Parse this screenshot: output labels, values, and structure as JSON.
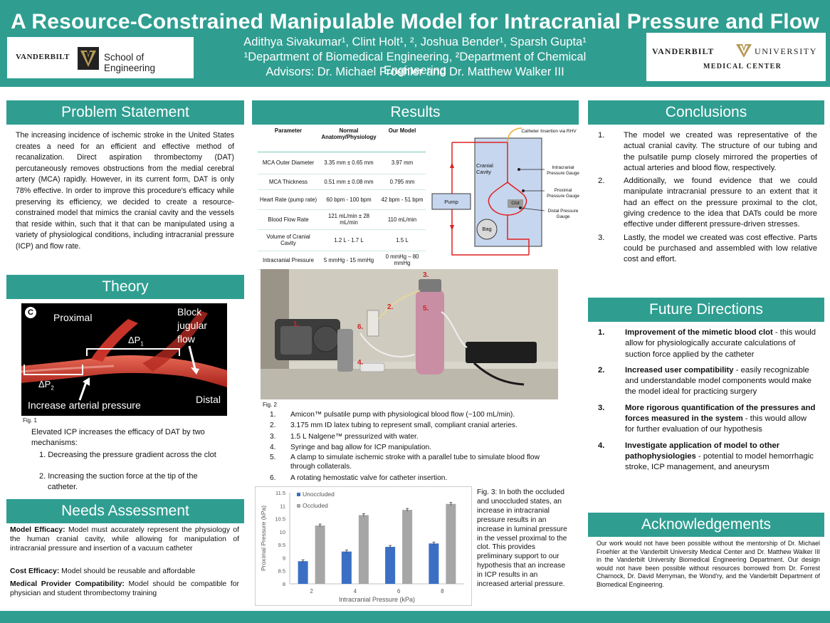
{
  "header": {
    "title": "A Resource-Constrained Manipulable Model for Intracranial Pressure and Flow",
    "authors": "Adithya Sivakumar¹, Clint Holt¹, ², Joshua Bender¹, Sparsh Gupta¹",
    "departments": "¹Department of Biomedical Engineering, ²Department of Chemical Engineering",
    "advisors": "Advisors: Dr. Michael Froehler and Dr. Matthew Walker III",
    "logo_left_name": "VANDERBILT",
    "logo_left_school": "School of Engineering",
    "logo_right_name": "VANDERBILT",
    "logo_right_univ": "UNIVERSITY",
    "logo_right_center": "MEDICAL CENTER"
  },
  "problem": {
    "heading": "Problem Statement",
    "text": "The increasing incidence of ischemic stroke in the United States creates a need for an efficient and effective method of recanalization. Direct aspiration thrombectomy (DAT) percutaneously removes obstructions from the medial cerebral artery (MCA) rapidly. However, in its current form, DAT is only 78% effective. In order to improve this procedure's efficacy while preserving its efficiency, we decided to create a resource-constrained model that mimics the cranial cavity and the vessels that reside within, such that it that can be manipulated using a variety of physiological conditions, including intracranial pressure (ICP) and flow rate."
  },
  "theory": {
    "heading": "Theory",
    "fig_letter": "C",
    "proximal": "Proximal",
    "block_jugular": "Block\njugular\nflow",
    "dp1": "ΔP",
    "dp1_sub": "1",
    "dp2": "ΔP",
    "dp2_sub": "2",
    "increase": "Increase arterial pressure",
    "distal": "Distal",
    "fig_label": "Fig. 1",
    "intro": "Elevated ICP increases the efficacy of DAT by two mechanisms:",
    "points": [
      "1. Decreasing the pressure gradient across the clot",
      "2. Increasing the suction force at the tip of the catheter."
    ]
  },
  "needs": {
    "heading": "Needs Assessment",
    "items": [
      {
        "label": "Model Efficacy:",
        "text": " Model must accurately represent the physiology of the human cranial cavity, while allowing for manipulation of intracranial pressure and insertion of a vacuum catheter"
      },
      {
        "label": "Cost Efficacy:",
        "text": " Model should be reusable and affordable"
      },
      {
        "label": "Medical Provider Compatibility:",
        "text": " Model should be compatible for physician and student thrombectomy training"
      }
    ]
  },
  "results": {
    "heading": "Results",
    "table": {
      "headers": [
        "Parameter",
        "Normal Anatomy/Physiology",
        "Our Model"
      ],
      "rows": [
        [
          "MCA Outer Diameter",
          "3.35 mm ± 0.65 mm",
          "3.97 mm"
        ],
        [
          "MCA Thickness",
          "0.51 mm ± 0.08 mm",
          "0.795 mm"
        ],
        [
          "Heart Rate (pump rate)",
          "60 bpm - 100 bpm",
          "42 bpm - 51 bpm"
        ],
        [
          "Blood Flow Rate",
          "121 mL/min ± 28 mL/min",
          "110 mL/min"
        ],
        [
          "Volume of Cranial Cavity",
          "1.2 L - 1.7 L",
          "1.5 L"
        ],
        [
          "Intracranial Pressure",
          "5 mmHg - 15 mmHg",
          "0 mmHg – 80 mmHg"
        ]
      ]
    },
    "diagram": {
      "catheter": "Catheter Insertion via RHV",
      "cavity": "Cranial\nCavity",
      "intracranial_gauge": "Intracranial\nPressure Gauge",
      "proximal_gauge": "Proximal\nPressure Gauge",
      "distal_gauge": "Distal Pressure\nGauge",
      "pump": "Pump",
      "clot": "Clot",
      "bag": "Bag"
    },
    "photo_markers": [
      "1.",
      "2.",
      "3.",
      "4.",
      "5.",
      "6."
    ],
    "fig2_label": "Fig. 2",
    "fig2_items": [
      "Amicon™ pulsatile pump with physiological blood flow (~100 mL/min).",
      "3.175 mm ID latex tubing to represent small, compliant cranial arteries.",
      "1.5 L Nalgene™ pressurized with water.",
      "Syringe and bag allow for ICP manipulation.",
      "A clamp to simulate ischemic stroke with a parallel tube to simulate blood flow through collaterals.",
      "A rotating hemostatic valve for catheter insertion."
    ],
    "fig3_caption": "Fig. 3: In both the occluded and unoccluded states, an increase in intracranial pressure results in an increase in luminal pressure in the vessel proximal to the clot. This provides preliminary support to our hypothesis that an increase in ICP results in an increased arterial pressure."
  },
  "chart_data": {
    "type": "bar",
    "categories": [
      "2",
      "4",
      "6",
      "8"
    ],
    "series": [
      {
        "name": "Unoccluded",
        "values": [
          8.87,
          9.24,
          9.42,
          9.55
        ],
        "color": "#3a6fc4"
      },
      {
        "name": "Occluded",
        "values": [
          10.24,
          10.64,
          10.84,
          11.07
        ],
        "color": "#a6a6a6"
      }
    ],
    "xlabel": "Intracranial Pressure (kPa)",
    "ylabel": "Proximal Pressure (kPa)",
    "ylim": [
      8,
      11.5
    ],
    "yticks": [
      "8",
      "8.5",
      "9",
      "9.5",
      "10",
      "10.5",
      "11",
      "11.5"
    ],
    "legend": "top-left",
    "grid": false
  },
  "conclusions": {
    "heading": "Conclusions",
    "items": [
      "The model we created was representative of the actual cranial cavity. The structure of our tubing and the pulsatile pump closely mirrored the properties of actual arteries and blood flow, respectively.",
      "Additionally, we found evidence that we could manipulate intracranial pressure to an extent that it had an effect on the pressure proximal to the clot, giving credence to the idea that DATs could be more effective under different pressure-driven stresses.",
      "Lastly, the model we created was cost effective. Parts could be purchased and assembled with low relative cost and effort."
    ]
  },
  "future": {
    "heading": "Future Directions",
    "items": [
      {
        "title": "Improvement of the mimetic blood clot",
        "text": " - this would allow for physiologically accurate calculations of suction force applied by the catheter"
      },
      {
        "title": "Increased user compatibility",
        "text": " - easily recognizable and understandable model components would make the model ideal for practicing surgery"
      },
      {
        "title": "More rigorous quantification of the pressures and forces measured in the system",
        "text": " - this would allow for further evaluation of our hypothesis"
      },
      {
        "title": "Investigate application of model to other pathophysiologies",
        "text": " - potential to model hemorrhagic stroke, ICP management, and aneurysm"
      }
    ]
  },
  "acknowledgements": {
    "heading": "Acknowledgements",
    "text": "Our work would not have been possible without the mentorship of Dr. Michael Froehler at the Vanderbilt University Medical Center and Dr. Matthew Walker III in the Vanderbilt University Biomedical Engineering Department. Our design would not have been possible without resources borrowed from Dr. Forrest Charnock, Dr. David Merryman, the Wond'ry, and the Vanderbilt Department of Biomedical Engineering."
  },
  "colors": {
    "teal": "#2f9e91",
    "gold": "#b59a57",
    "marker_red": "#d3222a"
  }
}
